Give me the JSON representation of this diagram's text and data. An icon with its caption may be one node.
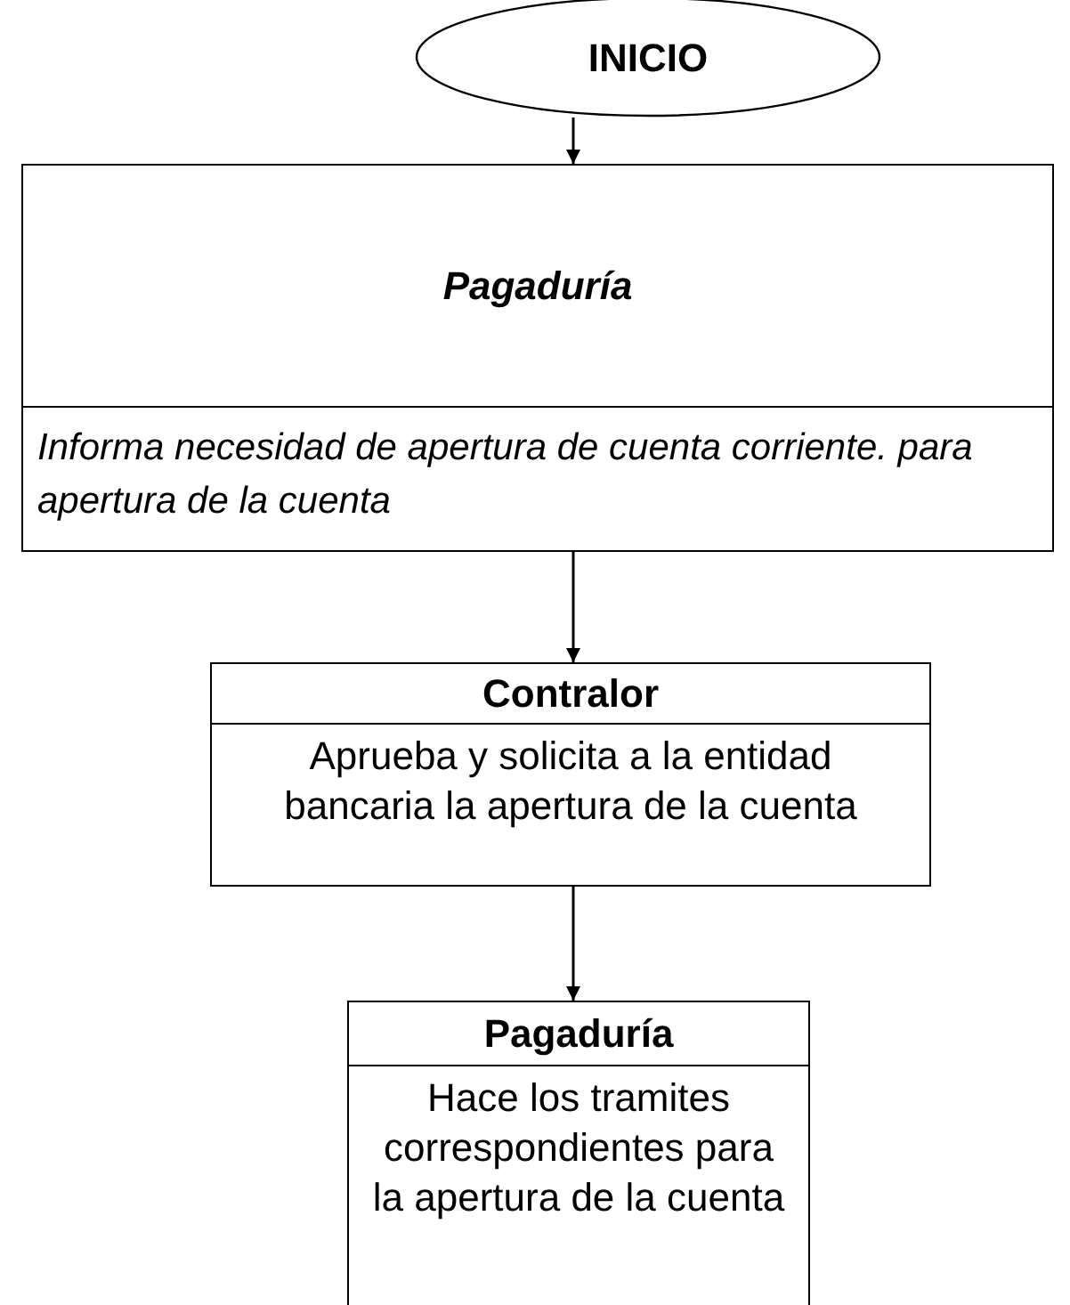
{
  "diagram": {
    "nodes": [
      {
        "text": [
          "INICIO"
        ]
      },
      {
        "text": [
          "Pagaduría",
          "Informa necesidad de apertura de cuenta corriente. para apertura de la cuenta"
        ]
      },
      {
        "text": [
          "Contralor",
          "Aprueba y solicita a la entidad bancaria la apertura de la cuenta"
        ]
      },
      {
        "text": [
          "Pagaduría",
          "Hace los tramites correspondientes para la apertura de la cuenta"
        ]
      }
    ],
    "edges": [
      {
        "from": 0,
        "to": 1,
        "arrow": "to"
      },
      {
        "from": 1,
        "to": 2,
        "arrow": "to"
      },
      {
        "from": 2,
        "to": 3,
        "arrow": "to"
      }
    ]
  }
}
